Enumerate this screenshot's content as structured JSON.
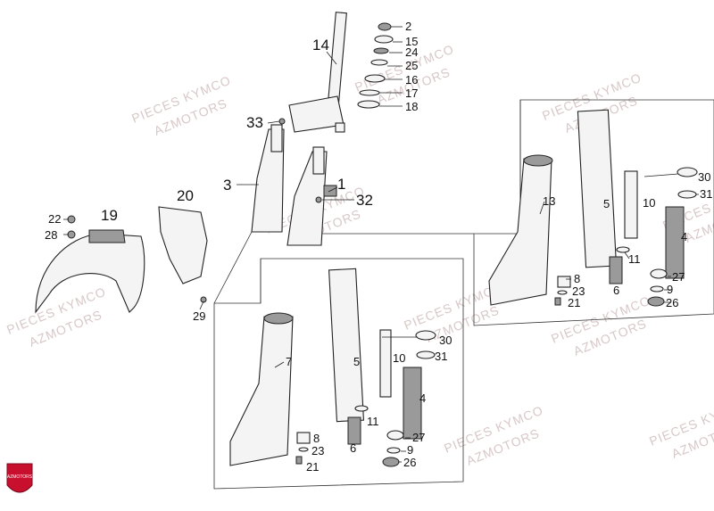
{
  "labels": {
    "l2": "2",
    "l15": "15",
    "l24": "24",
    "l25": "25",
    "l16": "16",
    "l17": "17",
    "l18": "18",
    "l14": "14",
    "l33": "33",
    "l3": "3",
    "l1": "1",
    "l32": "32",
    "l20": "20",
    "l19": "19",
    "l22": "22",
    "l28": "28",
    "l29": "29",
    "r13": "13",
    "r5": "5",
    "r10": "10",
    "r30": "30",
    "r31": "31",
    "r4": "4",
    "r11": "11",
    "r8": "8",
    "r23": "23",
    "r6": "6",
    "r27": "27",
    "r9": "9",
    "r21": "21",
    "r26": "26",
    "m7": "7",
    "m5": "5",
    "m10": "10",
    "m30": "30",
    "m31": "31",
    "m4": "4",
    "m11": "11",
    "m8": "8",
    "m23": "23",
    "m6": "6",
    "m27": "27",
    "m9": "9",
    "m26": "26",
    "m21": "21"
  },
  "watermark": {
    "line1": "PIECES KYMCO",
    "line2": "AZMOTORS"
  },
  "logo_text": "AZMOTORS",
  "colors": {
    "logo": "#c8102e",
    "watermark": "#d8c8c8"
  }
}
